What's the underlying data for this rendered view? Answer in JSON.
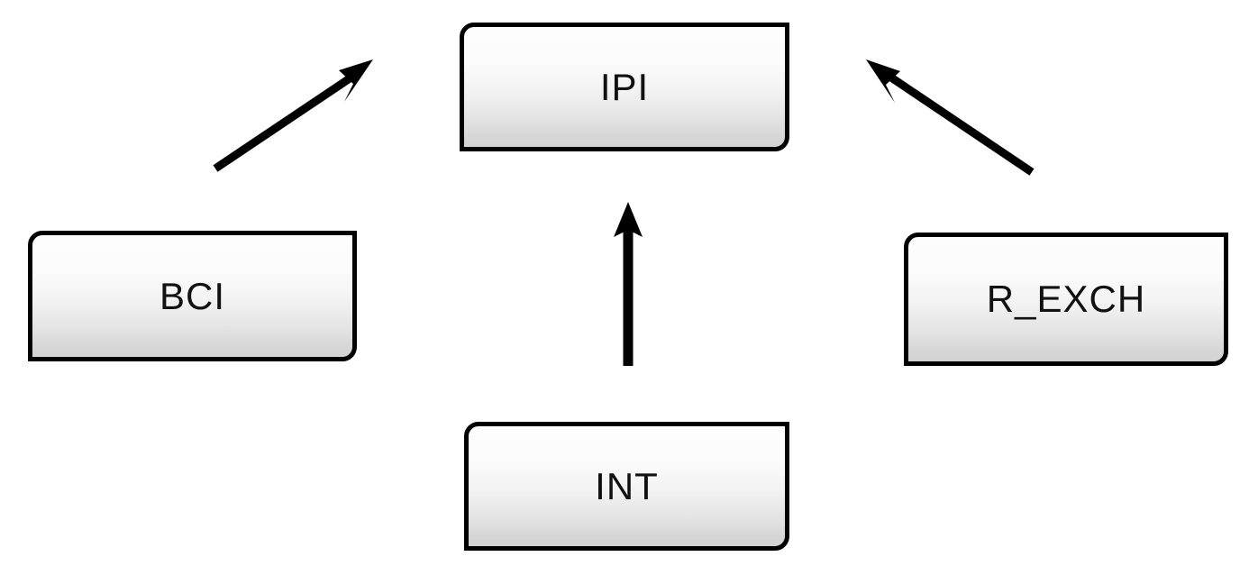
{
  "diagram": {
    "type": "directed-graph",
    "background_color": "#ffffff",
    "node_fill_top": "#fdfdfd",
    "node_fill_bottom": "#d2d2d2",
    "node_border_color": "#000000",
    "edge_color": "#000000",
    "nodes": [
      {
        "id": "ipi",
        "label": "IPI"
      },
      {
        "id": "bci",
        "label": "BCI"
      },
      {
        "id": "rexch",
        "label": "R_EXCH"
      },
      {
        "id": "int",
        "label": "INT"
      }
    ],
    "edges": [
      {
        "id": "bci-to-ipi",
        "from": "BCI",
        "to": "IPI",
        "direction": "to",
        "style": "solid-arrow"
      },
      {
        "id": "rexch-to-ipi",
        "from": "R_EXCH",
        "to": "IPI",
        "direction": "to",
        "style": "solid-arrow"
      },
      {
        "id": "int-to-ipi",
        "from": "INT",
        "to": "IPI",
        "direction": "to",
        "style": "solid-arrow"
      }
    ]
  }
}
